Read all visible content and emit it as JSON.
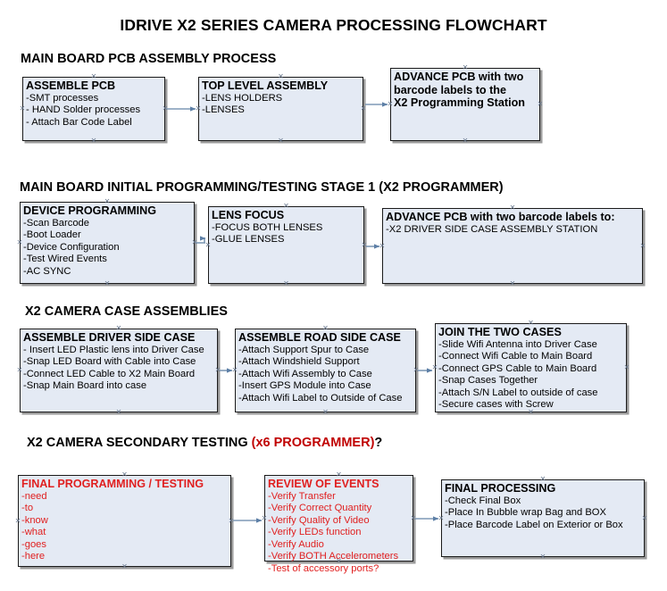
{
  "title": "IDRIVE X2  SERIES CAMERA PROCESSING FLOWCHART",
  "colors": {
    "box_fill": "#e4eaf4",
    "box_border": "#1a1a1a",
    "box_shadow": "#9a9a9a",
    "connector": "#7f99b5",
    "accent_red": "#e02020",
    "accent_dark_red": "#c00000",
    "text": "#000000",
    "page_bg": "#ffffff"
  },
  "sections": [
    {
      "heading": "MAIN BOARD PCB ASSEMBLY PROCESS",
      "heading_accent": "",
      "heading_suffix": "",
      "boxes": [
        {
          "header": "ASSEMBLE PCB",
          "lines": [
            "-SMT processes",
            "- HAND Solder processes",
            "- Attach Bar Code Label"
          ]
        },
        {
          "header": "TOP LEVEL ASSEMBLY",
          "lines": [
            "-LENS HOLDERS",
            "-LENSES"
          ]
        },
        {
          "header": "ADVANCE PCB with two",
          "lines": [
            "barcode labels to the",
            " X2 Programming Station"
          ]
        }
      ]
    },
    {
      "heading": "MAIN BOARD INITIAL PROGRAMMING/TESTING STAGE 1 (X2 PROGRAMMER)",
      "heading_accent": "",
      "heading_suffix": "",
      "boxes": [
        {
          "header": "DEVICE PROGRAMMING",
          "lines": [
            "-Scan Barcode",
            "-Boot Loader",
            "-Device Configuration",
            "-Test Wired Events",
            "-AC SYNC"
          ]
        },
        {
          "header": "LENS FOCUS",
          "lines": [
            "-FOCUS BOTH LENSES",
            "-GLUE LENSES"
          ]
        },
        {
          "header": "ADVANCE PCB with two barcode labels to:",
          "lines": [
            "-X2 DRIVER  SIDE  CASE  ASSEMBLY STATION"
          ]
        }
      ]
    },
    {
      "heading": "X2 CAMERA CASE ASSEMBLIES",
      "heading_accent": "",
      "heading_suffix": "",
      "boxes": [
        {
          "header": "ASSEMBLE DRIVER SIDE CASE",
          "lines": [
            "- Insert LED Plastic lens into Driver Case",
            "-Snap LED Board with Cable into Case",
            "-Connect LED Cable to X2 Main Board",
            "-Snap Main Board into case"
          ]
        },
        {
          "header": "ASSEMBLE ROAD SIDE CASE",
          "lines": [
            "-Attach Support Spur to Case",
            "-Attach Windshield Support",
            "-Attach Wifi Assembly to Case",
            "-Insert GPS Module into Case",
            "-Attach Wifi Label to Outside of Case"
          ]
        },
        {
          "header": "JOIN THE TWO CASES",
          "lines": [
            "-Slide Wifi Antenna into Driver Case",
            "-Connect Wifi Cable to Main Board",
            "-Connect GPS Cable to Main Board",
            "-Snap Cases Together",
            "-Attach S/N Label to outside of case",
            "-Secure cases with Screw"
          ]
        }
      ]
    },
    {
      "heading": "X2 CAMERA SECONDARY TESTING ",
      "heading_accent": "(x6 PROGRAMMER)",
      "heading_suffix": "?",
      "boxes": [
        {
          "header": "FINAL PROGRAMMING / TESTING",
          "lines": [
            "-need",
            "-to",
            "-know",
            "-what",
            "-goes",
            "-here"
          ]
        },
        {
          "header": "REVIEW OF EVENTS",
          "lines": [
            "-Verify Transfer",
            "-Verify Correct Quantity",
            "-Verify Quality of Video",
            "-Verify LEDs function",
            "-Verify Audio",
            "-Verify BOTH Accelerometers",
            "-Test of accessory ports?"
          ]
        },
        {
          "header": "FINAL PROCESSING",
          "lines": [
            " -Check Final Box",
            "-Place In Bubble wrap Bag and BOX",
            "-Place Barcode Label on Exterior or Box"
          ]
        }
      ]
    }
  ]
}
